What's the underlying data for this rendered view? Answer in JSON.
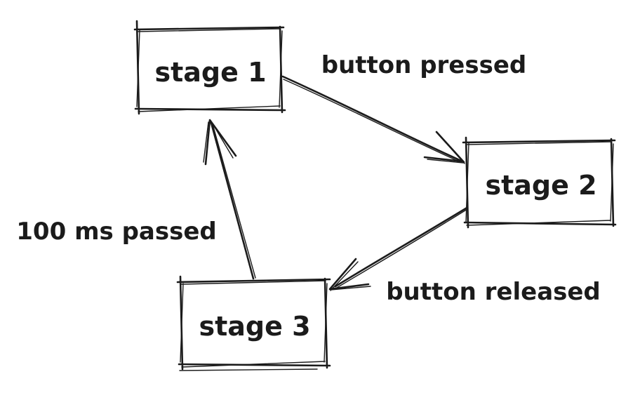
{
  "diagram": {
    "style": "hand-drawn",
    "background_color": "#ffffff",
    "ink_color": "#1b1b1b",
    "nodes": [
      {
        "id": "stage1",
        "label": "stage 1"
      },
      {
        "id": "stage2",
        "label": "stage 2"
      },
      {
        "id": "stage3",
        "label": "stage 3"
      }
    ],
    "edges": [
      {
        "from": "stage1",
        "to": "stage2",
        "label": "button pressed"
      },
      {
        "from": "stage2",
        "to": "stage3",
        "label": "button released"
      },
      {
        "from": "stage3",
        "to": "stage1",
        "label": "100 ms passed"
      }
    ]
  }
}
